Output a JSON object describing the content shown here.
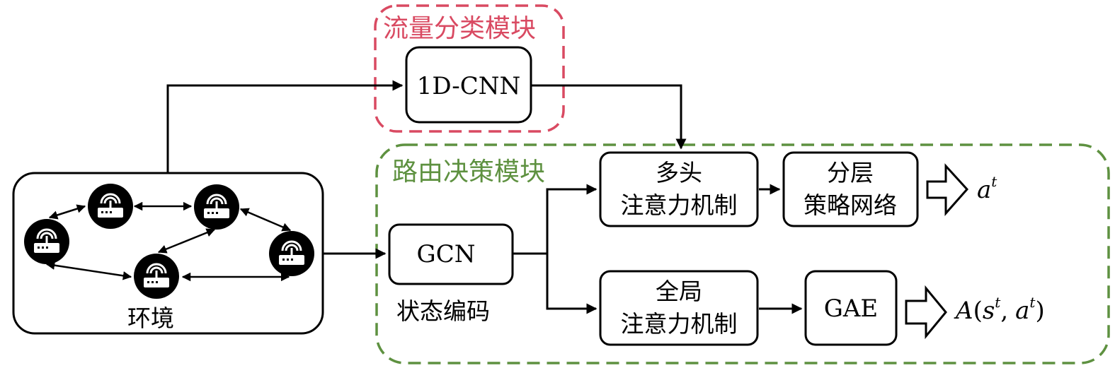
{
  "colors": {
    "traffic_group": "#d94a62",
    "routing_group": "#5e9140",
    "stroke": "#000000"
  },
  "groups": {
    "traffic": {
      "label": "流量分类模块"
    },
    "routing": {
      "label": "路由决策模块"
    }
  },
  "environment": {
    "label": "环境",
    "icon": "wifi-router-icon",
    "node_count": 5
  },
  "blocks": {
    "cnn": {
      "label": "1D-CNN"
    },
    "gcn": {
      "label": "GCN",
      "caption": "状态编码"
    },
    "multihead": {
      "line1": "多头",
      "line2": "注意力机制"
    },
    "global": {
      "line1": "全局",
      "line2": "注意力机制"
    },
    "policy": {
      "line1": "分层",
      "line2": "策略网络"
    },
    "gae": {
      "label": "GAE"
    }
  },
  "outputs": {
    "action": {
      "base": "a",
      "sup": "t"
    },
    "advantage": {
      "func": "A",
      "s": "s",
      "a": "a",
      "sup": "t",
      "comma": ",",
      "open": "(",
      "close": ")"
    }
  }
}
